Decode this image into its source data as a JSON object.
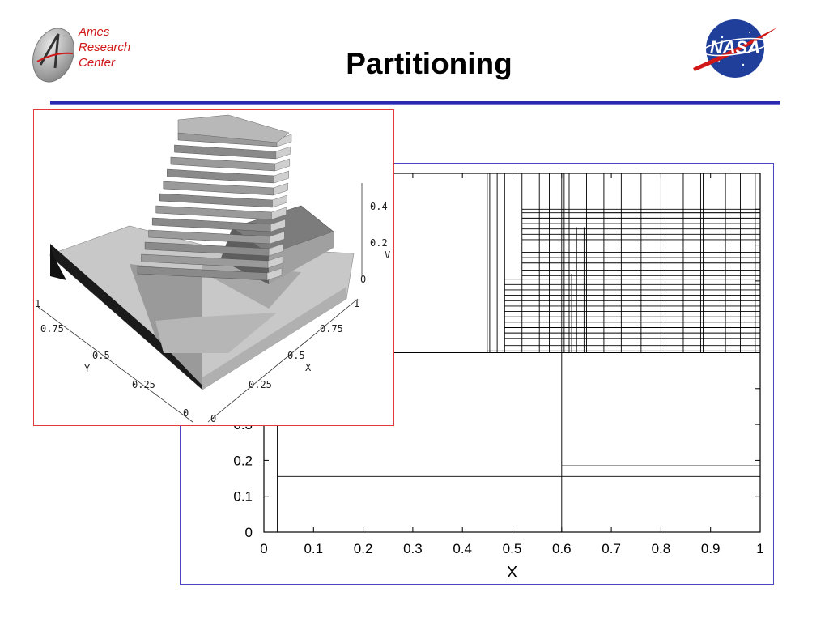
{
  "header": {
    "title": "Partitioning",
    "org_lines": [
      "Ames",
      "Research",
      "Center"
    ],
    "agency_logo": "NASA"
  },
  "colors": {
    "org_text": "#d01818",
    "rule": "#2a2ab0",
    "chart2d_border": "#4848c0",
    "chart3d_border": "#e03a3a"
  },
  "chart_data": [
    {
      "type": "heatmap",
      "xlabel": "X",
      "ylabel": "",
      "xlim": [
        0,
        1
      ],
      "ylim": [
        0,
        1
      ],
      "x_ticks": [
        "0",
        "0.1",
        "0.2",
        "0.3",
        "0.4",
        "0.5",
        "0.6",
        "0.7",
        "0.8",
        "0.9",
        "1"
      ],
      "y_ticks_visible": [
        "0",
        "0.1",
        "0.2"
      ],
      "partial_tick_label": "0.3",
      "grid": false,
      "partition_lines": {
        "horizontal": [
          [
            0.027,
            1,
            0.155
          ],
          [
            0.6,
            1,
            0.185
          ],
          [
            0,
            1,
            0.5
          ],
          [
            0.6,
            1,
            0.5
          ],
          [
            0.45,
            1,
            0.505
          ],
          [
            0.485,
            1,
            0.52
          ],
          [
            0.485,
            1,
            0.54
          ],
          [
            0.485,
            1,
            0.555
          ],
          [
            0.485,
            1,
            0.57
          ],
          [
            0.485,
            1,
            0.585
          ],
          [
            0.485,
            1,
            0.6
          ],
          [
            0.485,
            1,
            0.615
          ],
          [
            0.485,
            1,
            0.63
          ],
          [
            0.485,
            1,
            0.645
          ],
          [
            0.485,
            1,
            0.66
          ],
          [
            0.485,
            1,
            0.675
          ],
          [
            0.485,
            1,
            0.69
          ],
          [
            0.485,
            1,
            0.705
          ],
          [
            0.52,
            1,
            0.715
          ],
          [
            0.52,
            1,
            0.73
          ],
          [
            0.52,
            1,
            0.75
          ],
          [
            0.52,
            1,
            0.765
          ],
          [
            0.52,
            1,
            0.78
          ],
          [
            0.52,
            1,
            0.8
          ],
          [
            0.52,
            1,
            0.815
          ],
          [
            0.52,
            1,
            0.83
          ],
          [
            0.52,
            1,
            0.845
          ],
          [
            0.52,
            1,
            0.86
          ],
          [
            0.52,
            1,
            0.875
          ],
          [
            0.52,
            1,
            0.89
          ],
          [
            0.52,
            1,
            0.9
          ],
          [
            0.65,
            1,
            0.89
          ],
          [
            0.65,
            1,
            0.895
          ]
        ],
        "vertical": [
          [
            0.027,
            0,
            0.5
          ],
          [
            0.6,
            0,
            0.5
          ],
          [
            0.45,
            0.5,
            1
          ],
          [
            0.455,
            0.5,
            1
          ],
          [
            0.47,
            0.5,
            1
          ],
          [
            0.485,
            0.5,
            1
          ],
          [
            0.52,
            0.5,
            1
          ],
          [
            0.555,
            0.5,
            1
          ],
          [
            0.575,
            0.5,
            1
          ],
          [
            0.6,
            0.5,
            1
          ],
          [
            0.605,
            0.5,
            1
          ],
          [
            0.62,
            0.5,
            0.72
          ],
          [
            0.615,
            0.5,
            1
          ],
          [
            0.63,
            0.5,
            0.85
          ],
          [
            0.645,
            0.5,
            0.85
          ],
          [
            0.65,
            0.5,
            1
          ],
          [
            0.685,
            0.5,
            1
          ],
          [
            0.72,
            0.5,
            1
          ],
          [
            0.76,
            0.5,
            1
          ],
          [
            0.8,
            0.5,
            1
          ],
          [
            0.845,
            0.5,
            1
          ],
          [
            0.88,
            0.5,
            1
          ],
          [
            0.885,
            0.5,
            1
          ],
          [
            0.93,
            0.5,
            1
          ],
          [
            0.96,
            0.5,
            1
          ],
          [
            0.99,
            0.5,
            1
          ]
        ]
      }
    },
    {
      "type": "surface3d",
      "xlabel": "X",
      "ylabel": "Y",
      "zlabel": "V",
      "x_ticks": [
        "0",
        "0.25",
        "0.5",
        "0.75",
        "1"
      ],
      "y_ticks": [
        "0",
        "0.25",
        "0.5",
        "0.75",
        "1"
      ],
      "z_ticks": [
        "0",
        "0.2",
        "0.4"
      ]
    }
  ]
}
